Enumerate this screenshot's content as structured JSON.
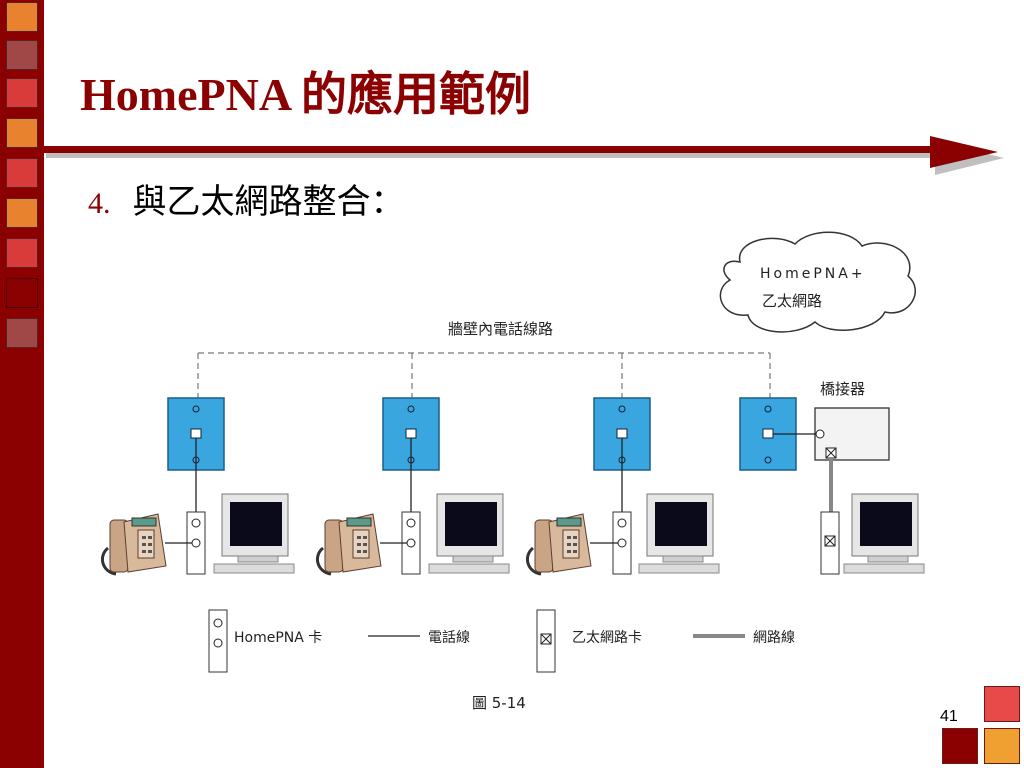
{
  "colors": {
    "sidebar": "#8b0000",
    "title": "#8b0000",
    "accent_arrow": "#8b0000",
    "jack_blue": "#3aa6e0",
    "phone": "#d9b99b"
  },
  "slide": {
    "title": "HomePNA 的應用範例",
    "bullet_number": "4.",
    "bullet_text": "與乙太網路整合：",
    "page_number": "41"
  },
  "diagram": {
    "cloud_line1": "HomePNA+",
    "cloud_line2": "乙太網路",
    "wall_wiring_label": "牆壁內電話線路",
    "bridge_label": "橋接器",
    "legend": {
      "homepna_card": "HomePNA 卡",
      "phone_line": "電話線",
      "ethernet_card": "乙太網路卡",
      "network_line": "網路線"
    },
    "caption": "圖 5-14"
  }
}
